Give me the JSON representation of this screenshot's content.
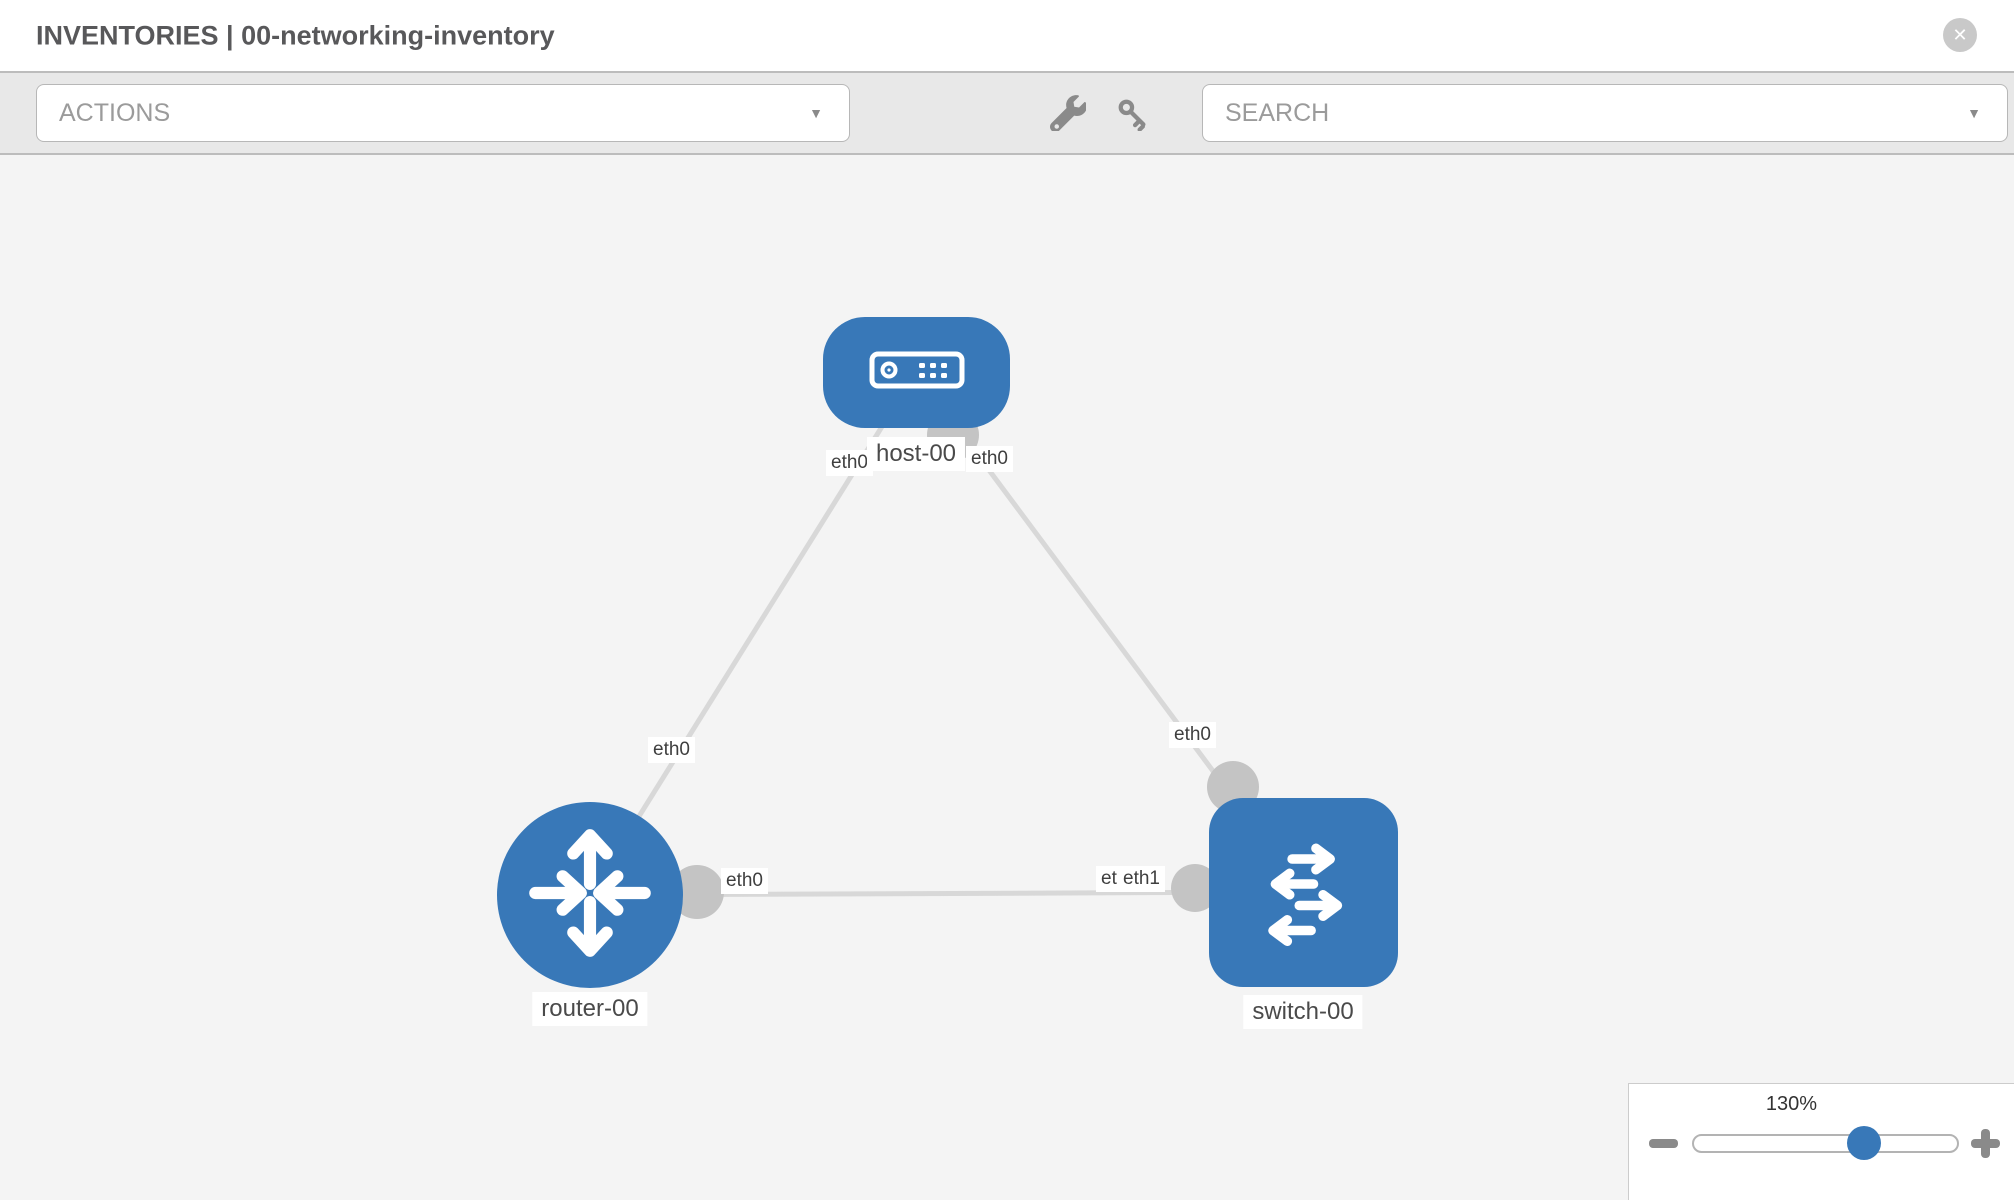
{
  "header": {
    "title": "INVENTORIES | 00-networking-inventory",
    "close_icon_glyph": "✕"
  },
  "toolbar": {
    "actions_label": "ACTIONS",
    "search_label": "SEARCH",
    "caret_glyph": "▼",
    "icons": [
      "wrench",
      "key"
    ]
  },
  "diagram": {
    "nodes": [
      {
        "label": "host-00",
        "type": "host"
      },
      {
        "label": "router-00",
        "type": "router"
      },
      {
        "label": "switch-00",
        "type": "switch"
      }
    ],
    "links": [
      {
        "source": "host-00",
        "source_port": "eth0",
        "target": "router-00",
        "target_port": "eth0"
      },
      {
        "source": "host-00",
        "source_port": "eth0",
        "target": "switch-00",
        "target_port": "eth0"
      },
      {
        "source": "router-00",
        "source_port": "eth0",
        "target": "switch-00",
        "target_port": "eth1"
      }
    ],
    "port_labels": [
      {
        "text": "eth0",
        "position": "host-left"
      },
      {
        "text": "eth0",
        "position": "host-right"
      },
      {
        "text": "eth0",
        "position": "router-top"
      },
      {
        "text": "eth0",
        "position": "switch-top"
      },
      {
        "text": "eth0",
        "position": "router-right"
      },
      {
        "text": "eth0",
        "position": "switch-left-under"
      },
      {
        "text": "eth1",
        "position": "switch-left"
      }
    ]
  },
  "zoom_control": {
    "value": "130%",
    "minus_icon": "minus",
    "plus_icon": "plus"
  },
  "colors": {
    "node_blue": "#3878b8",
    "link_gray": "#d8d8d8",
    "bubble_gray": "#c4c4c4",
    "toolbar_gray": "#e8e8e8",
    "canvas_gray": "#f4f4f4"
  }
}
